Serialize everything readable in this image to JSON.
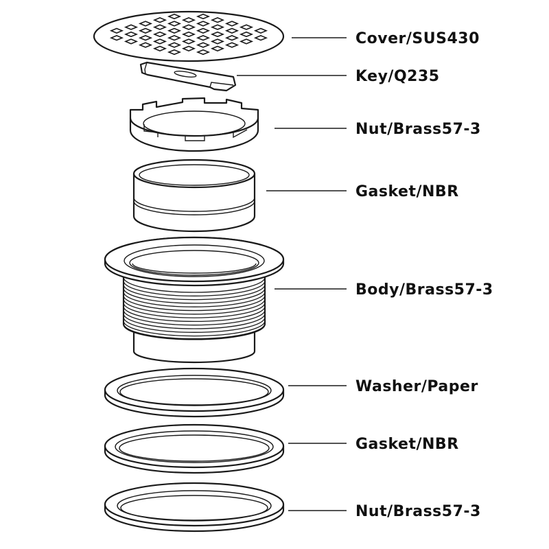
{
  "labels": [
    "Cover/SUS430",
    "Key/Q235",
    "Nut/Brass57-3",
    "Gasket/NBR",
    "Body/Brass57-3",
    "Washer/Paper",
    "Gasket/NBR",
    "Nut/Brass57-3"
  ]
}
